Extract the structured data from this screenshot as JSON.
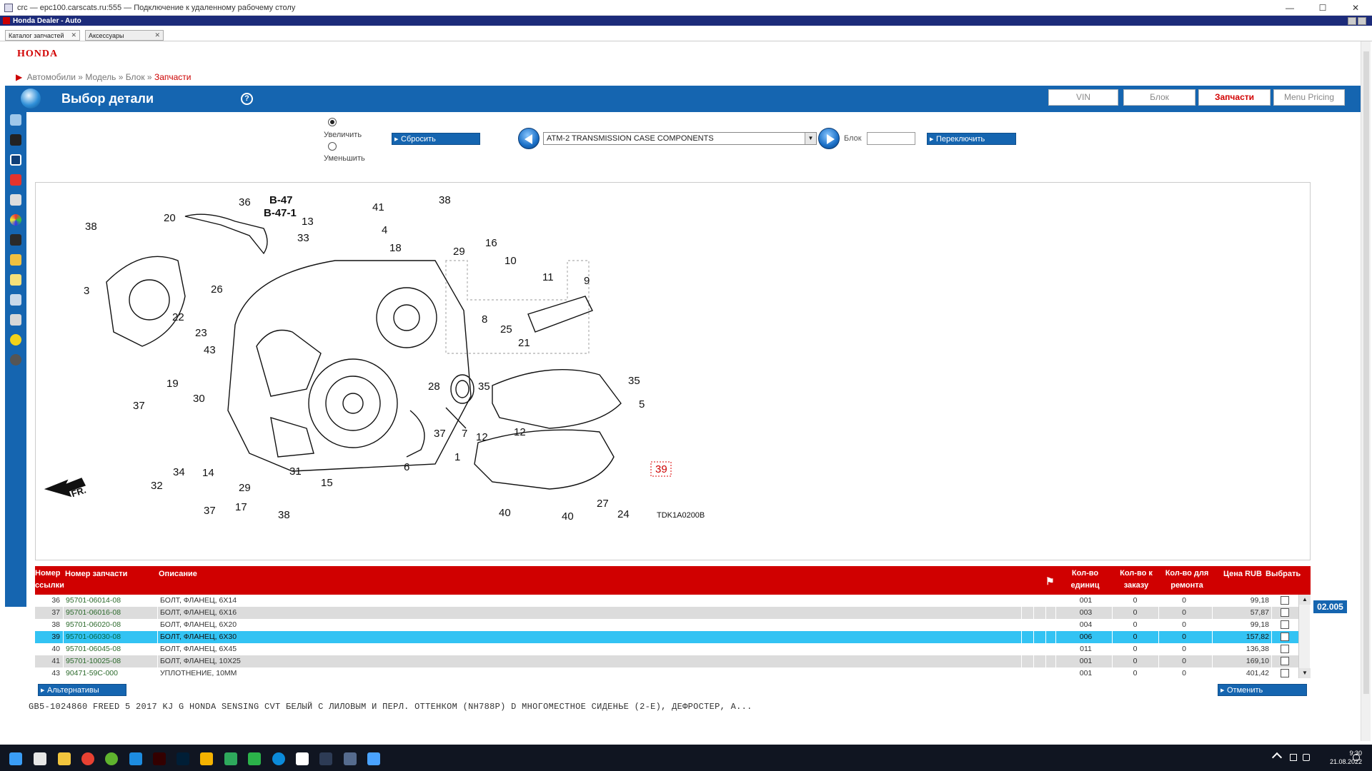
{
  "rdp": {
    "title": "crc — epc100.carscats.ru:555 — Подключение к удаленному рабочему столу"
  },
  "app": {
    "title": "Honda Dealer - Auto"
  },
  "tabs": [
    {
      "label": "Каталог запчастей",
      "active": true
    },
    {
      "label": "Аксессуары",
      "active": false
    }
  ],
  "brand": {
    "logo": "HONDA",
    "color": "#d20000"
  },
  "breadcrumb": {
    "items": [
      "Автомобили",
      "Модель",
      "Блок"
    ],
    "sep": "»",
    "current": "Запчасти"
  },
  "header": {
    "title": "Выбор детали",
    "help": "?",
    "nav": [
      {
        "label": "VIN",
        "active": false
      },
      {
        "label": "Блок",
        "active": false
      },
      {
        "label": "Запчасти",
        "active": true
      },
      {
        "label": "Menu Pricing",
        "active": false
      }
    ]
  },
  "controls": {
    "zoom_in": "Увеличить",
    "zoom_out": "Уменьшить",
    "zoom_selected": "in",
    "reset": "Сбросить",
    "block_select": "ATM-2 TRANSMISSION CASE COMPONENTS",
    "block_label": "Блок",
    "block_value": "",
    "switch": "Переключить"
  },
  "diagram": {
    "code": "TDK1A0200B",
    "refs": [
      "B-47",
      "B-47-1"
    ],
    "fr_label": "FR.",
    "highlight": "39",
    "callouts": [
      "36",
      "41",
      "38",
      "20",
      "13",
      "33",
      "4",
      "18",
      "29",
      "16",
      "38",
      "3",
      "26",
      "10",
      "11",
      "9",
      "22",
      "8",
      "25",
      "21",
      "23",
      "43",
      "35",
      "28",
      "35",
      "5",
      "19",
      "30",
      "37",
      "37",
      "7",
      "12",
      "12",
      "1",
      "32",
      "34",
      "14",
      "31",
      "15",
      "6",
      "39",
      "29",
      "17",
      "27",
      "40",
      "40",
      "24",
      "37",
      "38"
    ]
  },
  "table": {
    "headers": {
      "ref": "Номер ссылки",
      "part": "Номер запчасти",
      "desc": "Описание",
      "qty": "Кол-во единиц",
      "order": "Кол-во к заказу",
      "repair": "Кол-во для ремонта",
      "price": "Цена RUB",
      "select": "Выбрать"
    },
    "rows": [
      {
        "ref": "36",
        "part": "95701-06014-08",
        "desc": "БОЛТ, ФЛАНЕЦ, 6X14",
        "qty": "001",
        "order": "0",
        "repair": "0",
        "price": "99,18",
        "style": "plain"
      },
      {
        "ref": "37",
        "part": "95701-06016-08",
        "desc": "БОЛТ, ФЛАНЕЦ, 6X16",
        "qty": "003",
        "order": "0",
        "repair": "0",
        "price": "57,87",
        "style": "alt"
      },
      {
        "ref": "38",
        "part": "95701-06020-08",
        "desc": "БОЛТ, ФЛАНЕЦ, 6X20",
        "qty": "004",
        "order": "0",
        "repair": "0",
        "price": "99,18",
        "style": "plain"
      },
      {
        "ref": "39",
        "part": "95701-06030-08",
        "desc": "БОЛТ, ФЛАНЕЦ, 6X30",
        "qty": "006",
        "order": "0",
        "repair": "0",
        "price": "157,82",
        "style": "sel"
      },
      {
        "ref": "40",
        "part": "95701-06045-08",
        "desc": "БОЛТ, ФЛАНЕЦ, 6X45",
        "qty": "011",
        "order": "0",
        "repair": "0",
        "price": "136,38",
        "style": "plain"
      },
      {
        "ref": "41",
        "part": "95701-10025-08",
        "desc": "БОЛТ, ФЛАНЕЦ, 10X25",
        "qty": "001",
        "order": "0",
        "repair": "0",
        "price": "169,10",
        "style": "alt"
      },
      {
        "ref": "43",
        "part": "90471-59C-000",
        "desc": "УПЛОТНЕНИЕ, 10MM",
        "qty": "001",
        "order": "0",
        "repair": "0",
        "price": "401,42",
        "style": "plain"
      }
    ],
    "side_note": "02.005"
  },
  "actions": {
    "alternatives": "Альтернативы",
    "cancel": "Отменить"
  },
  "vehicle": {
    "line": "GB5-1024860  FREED  5  2017  KJ  G HONDA SENSING  CVT  БЕЛЫЙ С ЛИЛОВЫМ И ПЕРЛ. ОТТЕНКОМ (NH788P)  D  МНОГОМЕСТНОЕ СИДЕНЬЕ (2-Е), ДЕФРОСТЕР, А..."
  },
  "taskbar": {
    "time": "9:30",
    "date": "21.08.2022"
  },
  "colors": {
    "accent_blue": "#1565b0",
    "header_red": "#d00000",
    "selected_row": "#33c3f3"
  }
}
